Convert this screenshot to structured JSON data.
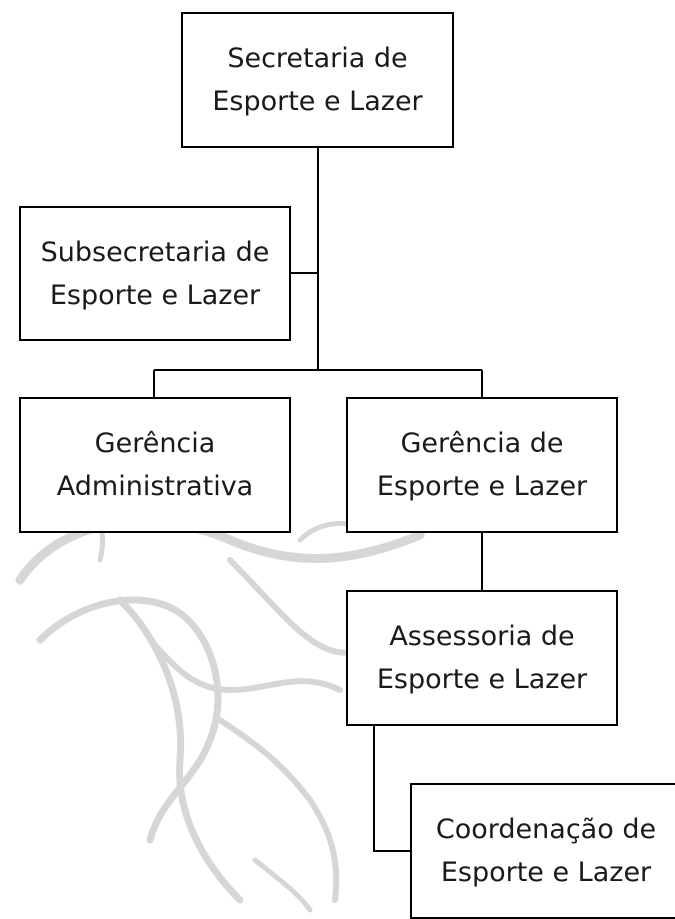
{
  "org_chart": {
    "secretaria": {
      "line1": "Secretaria de",
      "line2": "Esporte e Lazer"
    },
    "subsecretaria": {
      "line1": "Subsecretaria de",
      "line2": "Esporte e Lazer"
    },
    "gerencia_administrativa": {
      "line1": "Gerência",
      "line2": "Administrativa"
    },
    "gerencia_esporte": {
      "line1": "Gerência de",
      "line2": "Esporte e Lazer"
    },
    "assessoria": {
      "line1": "Assessoria de",
      "line2": "Esporte e Lazer"
    },
    "coordenacao": {
      "line1": "Coordenação de",
      "line2": "Esporte e Lazer"
    }
  },
  "colors": {
    "box_border": "#000000",
    "connector": "#000000",
    "text": "#1a1a1a",
    "watermark": "#d6d6d6"
  }
}
